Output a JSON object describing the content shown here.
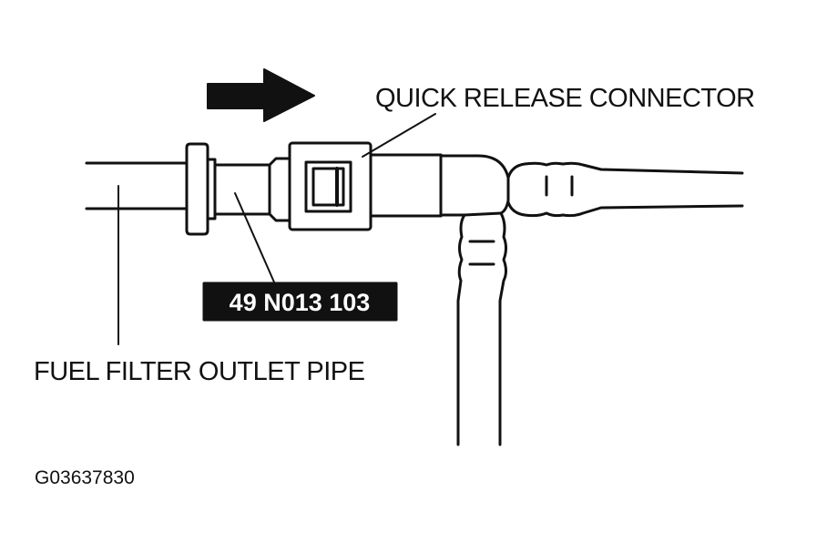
{
  "labels": {
    "connector": "QUICK RELEASE CONNECTOR",
    "tool_number": "49 N013 103",
    "outlet_pipe": "FUEL FILTER OUTLET PIPE",
    "figure_id": "G03637830"
  },
  "icons": {
    "direction_arrow": "right-arrow-icon"
  },
  "colors": {
    "line": "#111111",
    "background": "#ffffff",
    "tool_box_fill": "#111111",
    "tool_text": "#ffffff"
  }
}
